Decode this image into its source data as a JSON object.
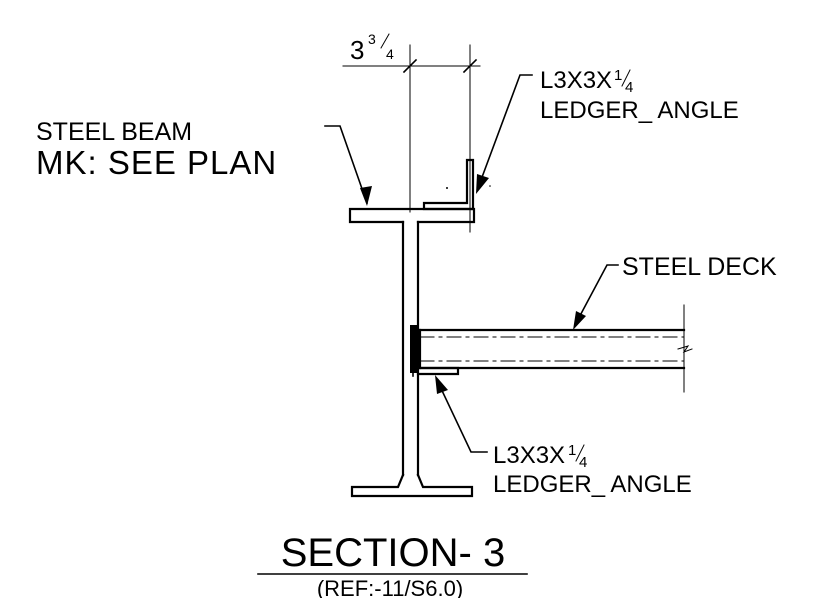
{
  "dimension": {
    "whole": "3",
    "frac_num": "3",
    "frac_den": "4"
  },
  "beam_label": {
    "line1": "STEEL  BEAM",
    "line2": "MK: SEE PLAN"
  },
  "top_ledger": {
    "size_main": "L3X3X",
    "frac_num": "1",
    "frac_den": "4",
    "name": "LEDGER_ ANGLE"
  },
  "deck_label": {
    "text": "STEEL DECK"
  },
  "bottom_ledger": {
    "size_main": "L3X3X",
    "frac_num": "1",
    "frac_den": "4",
    "name": "LEDGER_ ANGLE"
  },
  "section": {
    "title": "SECTION- 3",
    "reference": "(REF:-11/S6.0)"
  }
}
